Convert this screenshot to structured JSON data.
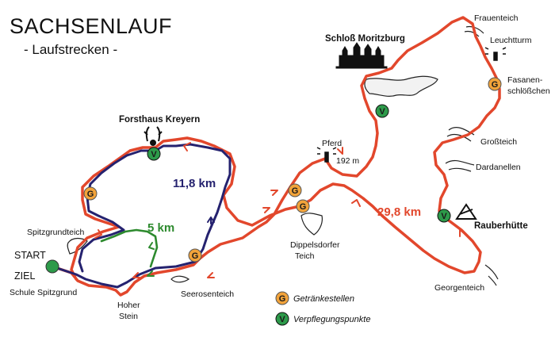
{
  "title": "SACHSENLAUF",
  "subtitle": "- Laufstrecken -",
  "colors": {
    "route_long": "#e2472c",
    "route_mid": "#25226f",
    "route_short": "#2d8a2e",
    "refresh_marker": "#f2a33a",
    "food_marker": "#2d9a4a",
    "start_marker": "#2d9a4a"
  },
  "routes": [
    {
      "label": "29,8 km"
    },
    {
      "label": "11,8 km"
    },
    {
      "label": "5 km"
    }
  ],
  "places": {
    "frauenteich": "Frauenteich",
    "leuchtturm": "Leuchtturm",
    "moritzburg": "Schloß Moritzburg",
    "fasan_1": "Fasanen-",
    "fasan_2": "schlößchen",
    "forsthaus": "Forsthaus Kreyern",
    "pferd": "Pferd",
    "pferd_height": "192 m",
    "grossteich": "Großteich",
    "dardanellen": "Dardanellen",
    "spitzgrundteich": "Spitzgrundteich",
    "start": "START",
    "ziel": "ZIEL",
    "schule": "Schule Spitzgrund",
    "dippelsdorfer_1": "Dippelsdorfer",
    "dippelsdorfer_2": "Teich",
    "rauberhuette": "Rauberhütte",
    "seerosenteich": "Seerosenteich",
    "hoher_1": "Hoher",
    "hoher_2": "Stein",
    "georgenteich": "Georgenteich"
  },
  "markers": {
    "refresh_letter": "G",
    "food_letter": "V"
  },
  "legend": {
    "refresh_label": "Getränkestellen",
    "food_label": "Verpflegungspunkte"
  }
}
